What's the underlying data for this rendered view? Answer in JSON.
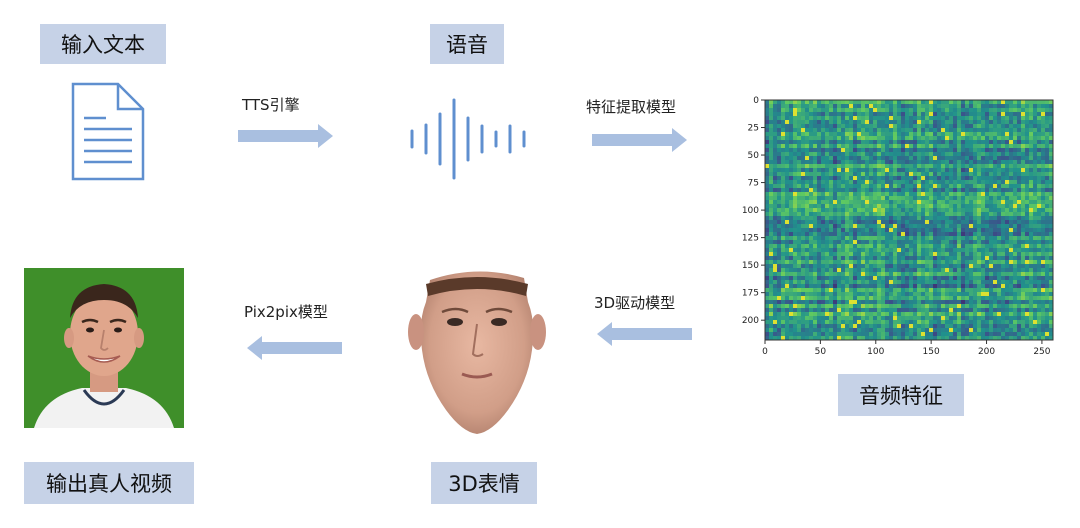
{
  "nodes": {
    "input_text": "输入文本",
    "speech": "语音",
    "audio_features": "音频特征",
    "expression_3d": "3D表情",
    "output_video": "输出真人视频"
  },
  "edges": {
    "tts": "TTS引擎",
    "feature_extraction": "特征提取模型",
    "driver_3d": "3D驱动模型",
    "pix2pix": "Pix2pix模型"
  },
  "icons": {
    "document": "document-icon",
    "waveform": "waveform-icon",
    "face_3d": "3d-face-render",
    "person_photo": "person-photo"
  },
  "colors": {
    "box_fill": "#c6d2e7",
    "arrow_fill": "#a9bfe0",
    "icon_stroke": "#5f8fcf"
  },
  "spectrogram": {
    "x_ticks": [
      "0",
      "50",
      "100",
      "150",
      "200",
      "250"
    ],
    "y_ticks": [
      "0",
      "25",
      "50",
      "75",
      "100",
      "125",
      "150",
      "175",
      "200"
    ],
    "x_range": [
      0,
      260
    ],
    "y_range": [
      0,
      218
    ],
    "colormap": "viridis"
  }
}
